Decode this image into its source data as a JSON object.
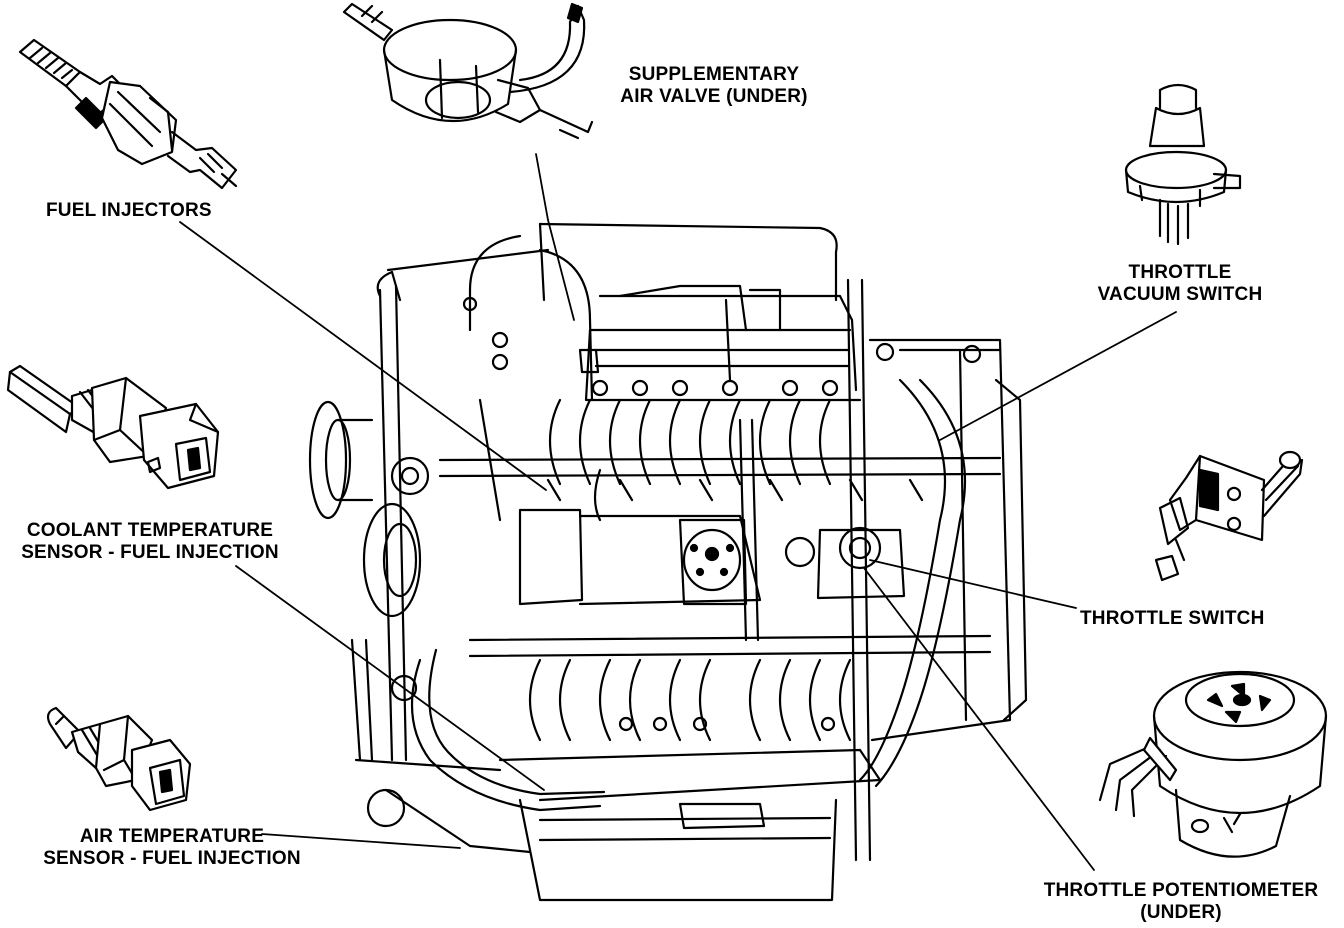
{
  "labels": {
    "supplementary_air_valve": {
      "line1": "SUPPLEMENTARY",
      "line2": "AIR VALVE (UNDER)"
    },
    "fuel_injectors": {
      "line1": "FUEL INJECTORS"
    },
    "throttle_vacuum_switch": {
      "line1": "THROTTLE",
      "line2": "VACUUM SWITCH"
    },
    "coolant_temperature_sensor": {
      "line1": "COOLANT TEMPERATURE",
      "line2": "SENSOR - FUEL INJECTION"
    },
    "throttle_switch": {
      "line1": "THROTTLE SWITCH"
    },
    "air_temperature_sensor": {
      "line1": "AIR TEMPERATURE",
      "line2": "SENSOR - FUEL INJECTION"
    },
    "throttle_potentiometer": {
      "line1": "THROTTLE POTENTIOMETER",
      "line2": "(UNDER)"
    }
  },
  "colors": {
    "ink": "#000000",
    "paper": "#ffffff"
  }
}
